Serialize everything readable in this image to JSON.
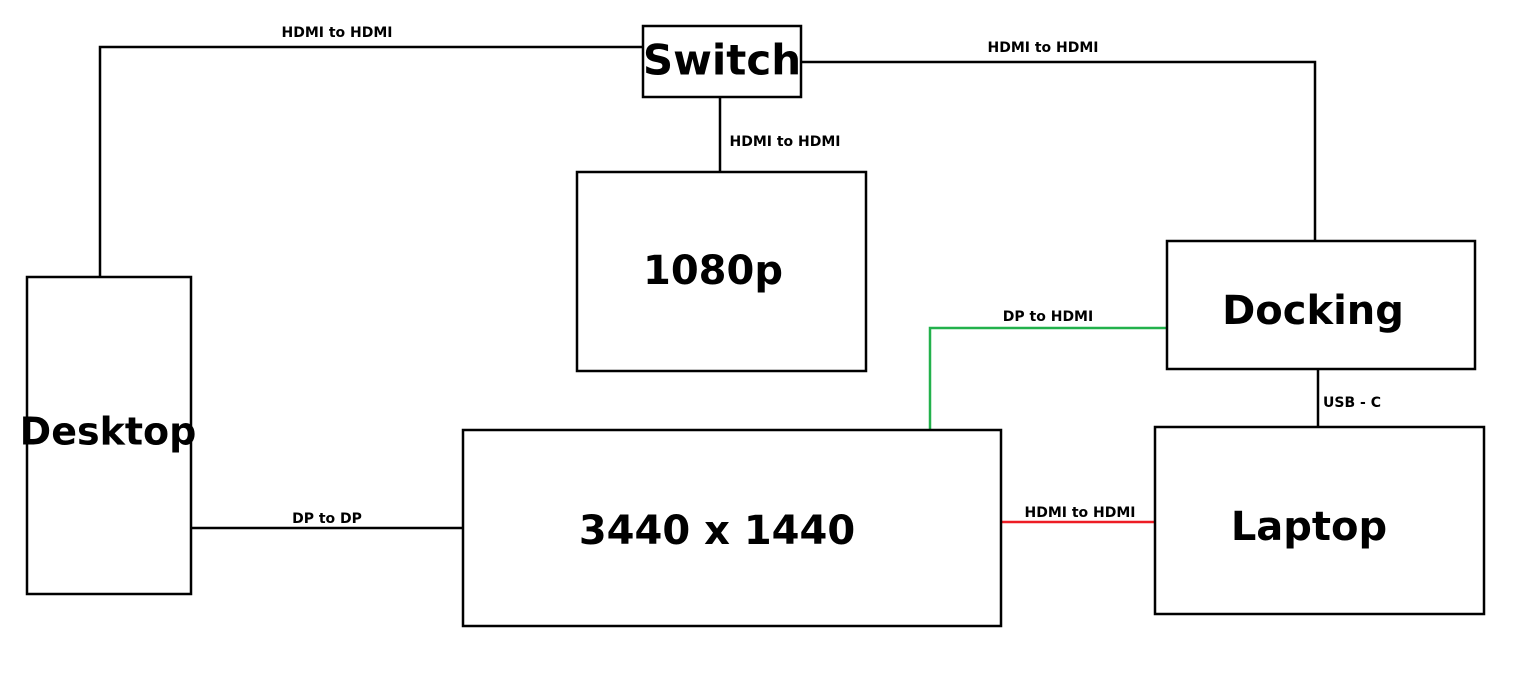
{
  "nodes": {
    "switch": "Switch",
    "monitor_1080p": "1080p",
    "docking": "Docking",
    "desktop": "Desktop",
    "monitor_ultrawide": "3440 x 1440",
    "laptop": "Laptop"
  },
  "edges": {
    "desktop_switch": "HDMI to HDMI",
    "switch_docking": "HDMI to HDMI",
    "switch_1080p": "HDMI to HDMI",
    "docking_ultrawide": "DP to HDMI",
    "docking_laptop": "USB - C",
    "desktop_ultrawide": "DP to DP",
    "ultrawide_laptop": "HDMI to HDMI"
  },
  "colors": {
    "default_wire": "#000000",
    "dp_to_hdmi_wire": "#22b14c",
    "laptop_hdmi_wire": "#ed1c24"
  }
}
